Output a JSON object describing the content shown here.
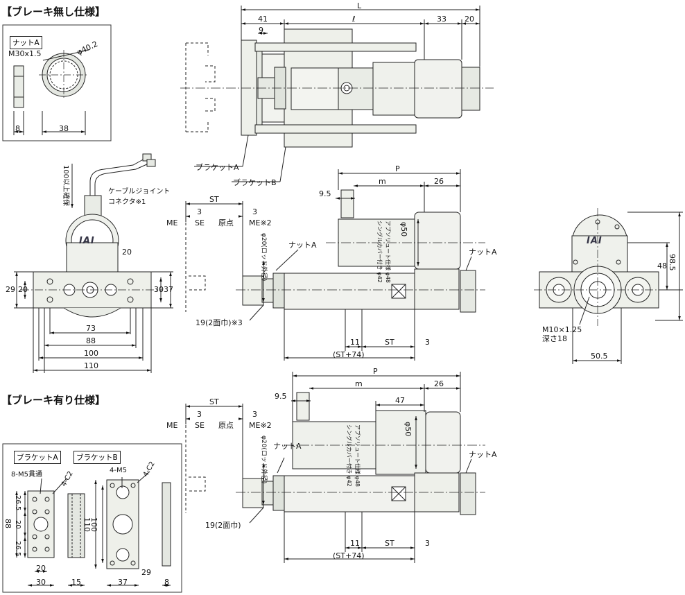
{
  "headers": {
    "no_brake": "【ブレーキ無し仕様】",
    "with_brake": "【ブレーキ有り仕様】"
  },
  "nut_box": {
    "title": "ナットA",
    "thread": "M30x1.5",
    "dia": "φ40.2",
    "d1": "8",
    "d2": "38"
  },
  "top_view": {
    "L": "L",
    "l": "ℓ",
    "d41": "41",
    "d9": "9",
    "d33": "33",
    "d20": "20",
    "bracket_a": "ブラケットA",
    "bracket_b": "ブラケットB"
  },
  "left_view": {
    "reserve": "100以上確保",
    "cable_joint": "ケーブルジョイント",
    "connector": "コネクタ※1",
    "d20": "20",
    "d29": "29",
    "d20b": "20",
    "d30": "30",
    "d37": "37",
    "d73": "73",
    "d88": "88",
    "d100": "100",
    "d110": "110",
    "logo": "IAI"
  },
  "mid_view": {
    "ST": "ST",
    "d3a": "3",
    "d3b": "3",
    "ME": "ME",
    "SE": "SE",
    "origin": "原点",
    "ME2": "ME※2",
    "rod_od": "φ20(ロッド外径)",
    "flats": "19(2面巾)※3",
    "nut_a": "ナットA",
    "nut_a2": "ナットA",
    "P": "P",
    "m": "m",
    "d26": "26",
    "d95": "9.5",
    "d50": "φ50",
    "d42": "シングルカバー付き φ42",
    "d48": "アブソリュート仕様 φ48",
    "d11": "11",
    "STb": "ST",
    "d3c": "3",
    "ST74": "(ST+74)"
  },
  "right_view": {
    "logo": "IAI",
    "d48": "48",
    "d985": "98.5",
    "thread": "M10×1.25",
    "depth": "深さ18",
    "d505": "50.5"
  },
  "brake_view": {
    "ST": "ST",
    "d3a": "3",
    "d3b": "3",
    "ME": "ME",
    "SE": "SE",
    "origin": "原点",
    "ME2": "ME※2",
    "rod_od": "φ20(ロッド外径)",
    "nut_a": "ナットA",
    "nut_a2": "ナットA",
    "flats": "19(2面巾)",
    "P": "P",
    "m": "m",
    "d26": "26",
    "d95": "9.5",
    "d47": "47",
    "d50": "φ50",
    "d42": "シングルカバー付き φ42",
    "d48": "アブソリュート仕様 φ48",
    "d11": "11",
    "STb": "ST",
    "d3c": "3",
    "ST74": "(ST+74)"
  },
  "bracket_box": {
    "tag_a": "ブラケットA",
    "tag_b": "ブラケットB",
    "holes_a": "8-M5貫通",
    "chamfer_a": "4-C2",
    "holes_b": "4-M5",
    "chamfer_b": "4-C2",
    "d88": "88",
    "d265a": "26.5",
    "d20": "20",
    "d265b": "26.5",
    "d20w": "20",
    "d30": "30",
    "d15": "15",
    "d110": "110",
    "d100": "100",
    "d37": "37",
    "d29": "29",
    "d8": "8"
  }
}
